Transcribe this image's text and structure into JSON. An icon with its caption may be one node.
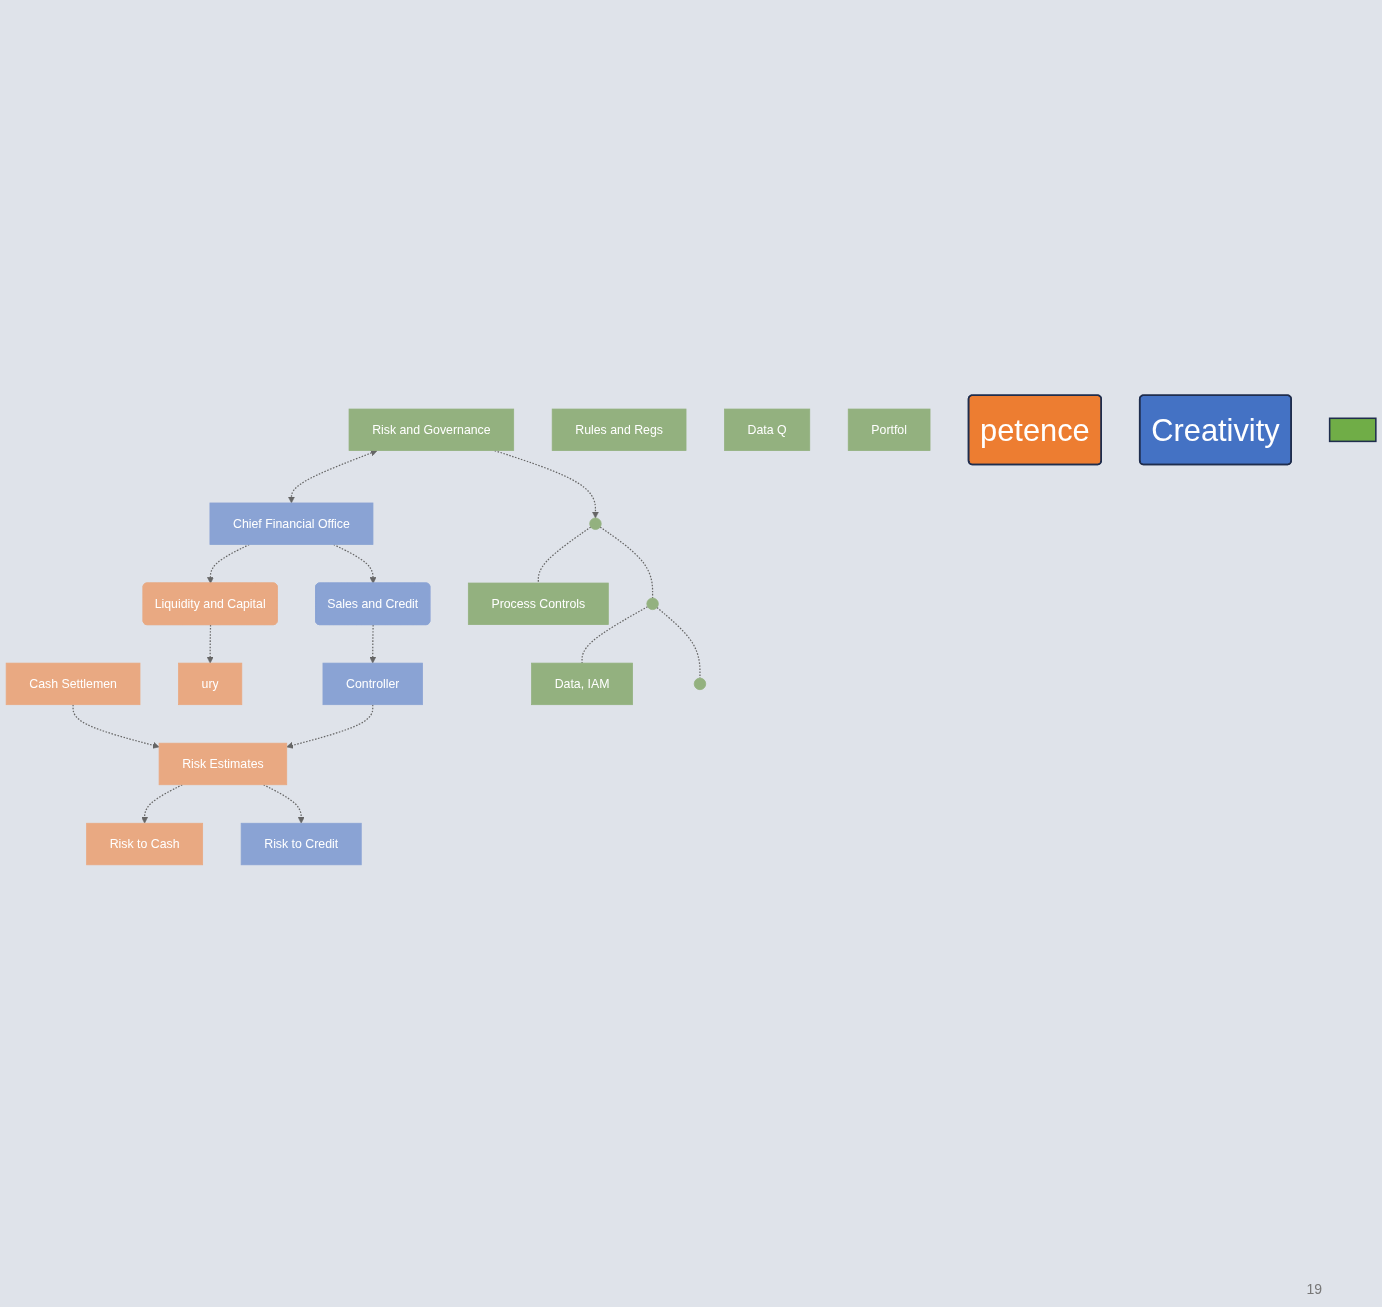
{
  "diagram": {
    "nodes": [
      {
        "text": [
          "Chief Financial Office"
        ]
      },
      {
        "text": [
          "Risk and Governance"
        ]
      },
      {
        "text": [
          "Liquidity and Capital"
        ]
      },
      {
        "text": [
          "Sales and Credit"
        ]
      },
      {
        "text": [
          "Controller"
        ]
      },
      {
        "text": [
          "ury"
        ]
      },
      {
        "text": [
          "Cash Settlemen"
        ]
      },
      {
        "text": [
          "Risk Estimates"
        ]
      },
      {
        "text": [
          "Risk to Cash"
        ]
      },
      {
        "text": [
          "Risk to Credit"
        ]
      },
      {
        "text": [],
        "shape": "circle"
      },
      {
        "text": [
          "Process Controls"
        ]
      },
      {
        "text": [],
        "shape": "circle"
      },
      {
        "text": [
          "Data, IAM"
        ]
      },
      {
        "text": [
          "Rules and Regs"
        ]
      },
      {
        "text": [
          "Data Q"
        ]
      },
      {
        "text": [
          "Portfol"
        ]
      },
      {
        "text": [],
        "shape": "circle"
      },
      {
        "text": [
          "petence"
        ]
      },
      {
        "text": [
          "Creativity"
        ]
      },
      {
        "text": [],
        "shape": "box"
      }
    ],
    "edges": [
      {
        "from": 1,
        "to": 0,
        "arrow": "both",
        "style": "dashed"
      },
      {
        "from": 0,
        "to": 2,
        "arrow": "to",
        "style": "dashed"
      },
      {
        "from": 0,
        "to": 3,
        "arrow": "to",
        "style": "dashed"
      },
      {
        "from": 3,
        "to": 4,
        "arrow": "to",
        "style": "dashed"
      },
      {
        "from": 2,
        "to": 5,
        "arrow": "to",
        "style": "dashed"
      },
      {
        "from": 6,
        "to": 7,
        "arrow": "to",
        "style": "dashed"
      },
      {
        "from": 4,
        "to": 7,
        "arrow": "to",
        "style": "dashed"
      },
      {
        "from": 7,
        "to": 8,
        "arrow": "to",
        "style": "dashed"
      },
      {
        "from": 7,
        "to": 9,
        "arrow": "to",
        "style": "dashed"
      },
      {
        "from": 1,
        "to": 10,
        "arrow": "to",
        "style": "dashed"
      },
      {
        "from": 10,
        "to": 11,
        "arrow": "none",
        "style": "dashed"
      },
      {
        "from": 10,
        "to": 12,
        "arrow": "none",
        "style": "dashed"
      },
      {
        "from": 12,
        "to": 13,
        "arrow": "none",
        "style": "dashed"
      },
      {
        "from": 12,
        "to": 17,
        "arrow": "none",
        "style": "dashed"
      }
    ],
    "labels": [
      "19"
    ]
  }
}
